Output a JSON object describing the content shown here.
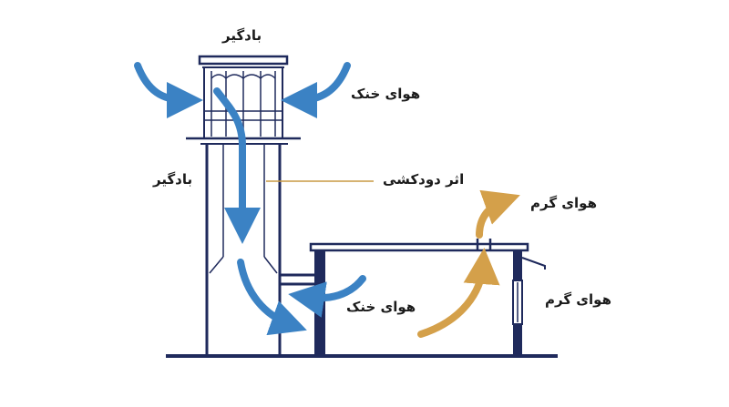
{
  "labels": {
    "tower_top": "بادگیر",
    "tower_side": "بادگیر",
    "cool_air_top": "هوای خنک",
    "stack_effect": "اثر دودکشی",
    "warm_air_top": "هوای گرم",
    "cool_air_bottom": "هوای خنک",
    "warm_air_side": "هوای گرم"
  },
  "colors": {
    "structure": "#1f2a5c",
    "cool_air": "#3b82c4",
    "warm_air": "#d4a04a",
    "leader_line": "#c89a44"
  }
}
